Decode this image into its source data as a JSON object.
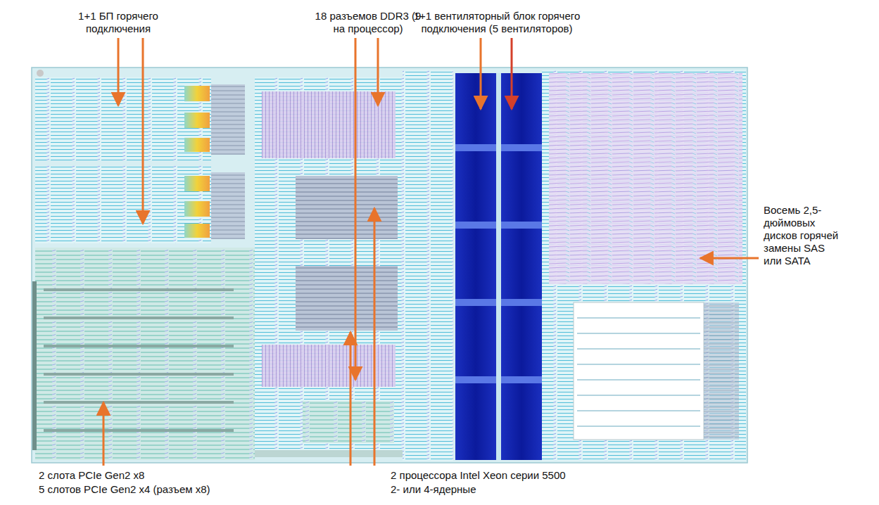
{
  "diagram": {
    "labels": [
      "1+1 БП горячего подключения",
      "18 разъемов DDR3 (9 на процессор)",
      "1+1 вентиляторный блок горячего подключения (5 вентиляторов)",
      "Восемь 2,5-дюймовых дисков горячей замены SAS или SATA",
      "2 слота PCIe Gen2 x8",
      "5 слотов PCIe Gen2 x4 (разъем x8)",
      "2 процессора Intel Xeon серии 5500",
      "2- или 4-ядерные"
    ]
  }
}
